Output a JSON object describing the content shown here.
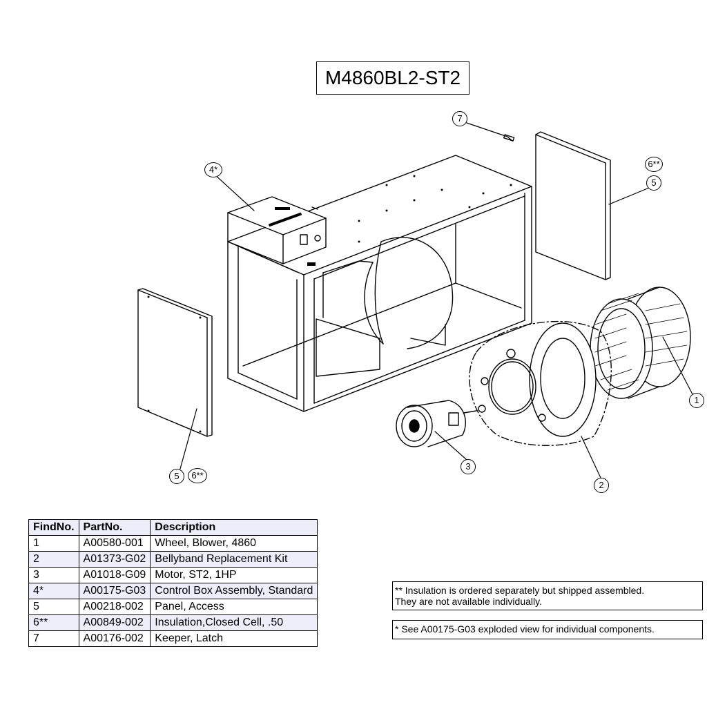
{
  "title": "M4860BL2-ST2",
  "callouts": {
    "c1": "1",
    "c2": "2",
    "c3": "3",
    "c4": "4*",
    "c5a": "5",
    "c5b": "5",
    "c6a": "6**",
    "c6b": "6**",
    "c7": "7"
  },
  "parts_table": {
    "headers": [
      "FindNo.",
      "PartNo.",
      "Description"
    ],
    "rows": [
      [
        "1",
        "A00580-001",
        "Wheel, Blower, 4860"
      ],
      [
        "2",
        "A01373-G02",
        "Bellyband Replacement Kit"
      ],
      [
        "3",
        "A01018-G09",
        "Motor, ST2, 1HP"
      ],
      [
        "4*",
        "A00175-G03",
        "Control Box Assembly, Standard"
      ],
      [
        "5",
        "A00218-002",
        "Panel, Access"
      ],
      [
        "6**",
        "A00849-002",
        "Insulation,Closed Cell, .50"
      ],
      [
        "7",
        "A00176-002",
        "Keeper, Latch"
      ]
    ]
  },
  "notes": {
    "insulation_line1": "** Insulation is ordered separately but shipped assembled.",
    "insulation_line2": "They are not available individually.",
    "control_box": "* See A00175-G03 exploded view for individual components."
  }
}
